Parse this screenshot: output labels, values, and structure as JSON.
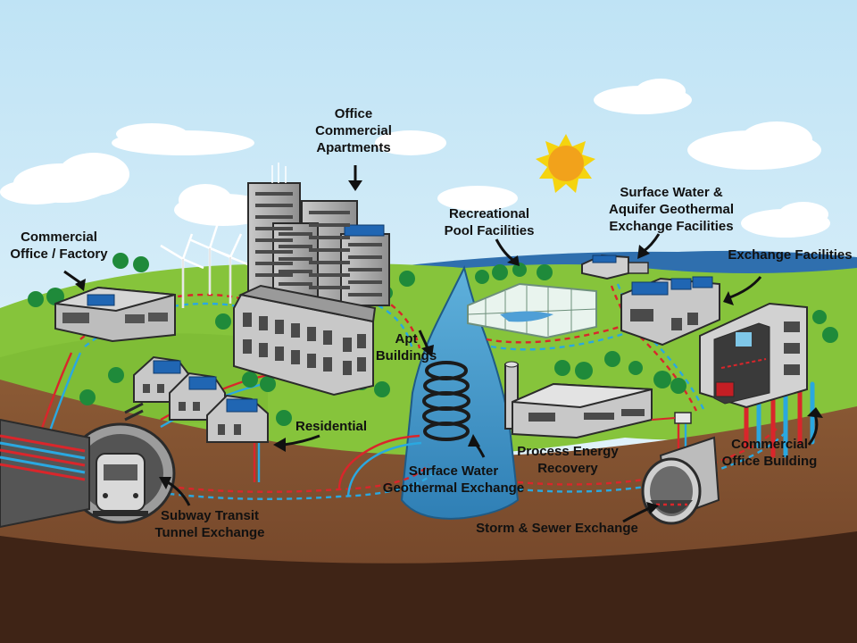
{
  "colors": {
    "sky": "#d9eef8",
    "grass": "#86c43b",
    "soil": "#7a4a2a",
    "deep_soil": "#3f2416",
    "water": "#3d8ec0",
    "pipe_red": "#d9262b",
    "pipe_blue": "#2aa8e0"
  },
  "labels": {
    "office_commercial_apartments": [
      "Office",
      "Commercial",
      "Apartments"
    ],
    "commercial_office_factory": [
      "Commercial",
      "Office / Factory"
    ],
    "recreational_pool": [
      "Recreational",
      "Pool Facilities"
    ],
    "surface_water_aquifer": [
      "Surface Water &",
      "Aquifer Geothermal",
      "Exchange Facilities"
    ],
    "exchange_facilities": [
      "Exchange Facilities"
    ],
    "apt_buildings": [
      "Apt",
      "Buildings"
    ],
    "residential": [
      "Residential"
    ],
    "surface_water_geothermal": [
      "Surface Water",
      "Geothermal Exchange"
    ],
    "process_energy_recovery": [
      "Process Energy",
      "Recovery"
    ],
    "commercial_office_building": [
      "Commercial",
      "Office Building"
    ],
    "subway_transit": [
      "Subway Transit",
      "Tunnel Exchange"
    ],
    "storm_sewer": [
      "Storm & Sewer Exchange"
    ]
  },
  "icons": [
    "sun-icon",
    "wind-turbine-icon",
    "solar-panel-icon",
    "subway-train-icon",
    "coil-loop-icon",
    "arrow-icon"
  ]
}
